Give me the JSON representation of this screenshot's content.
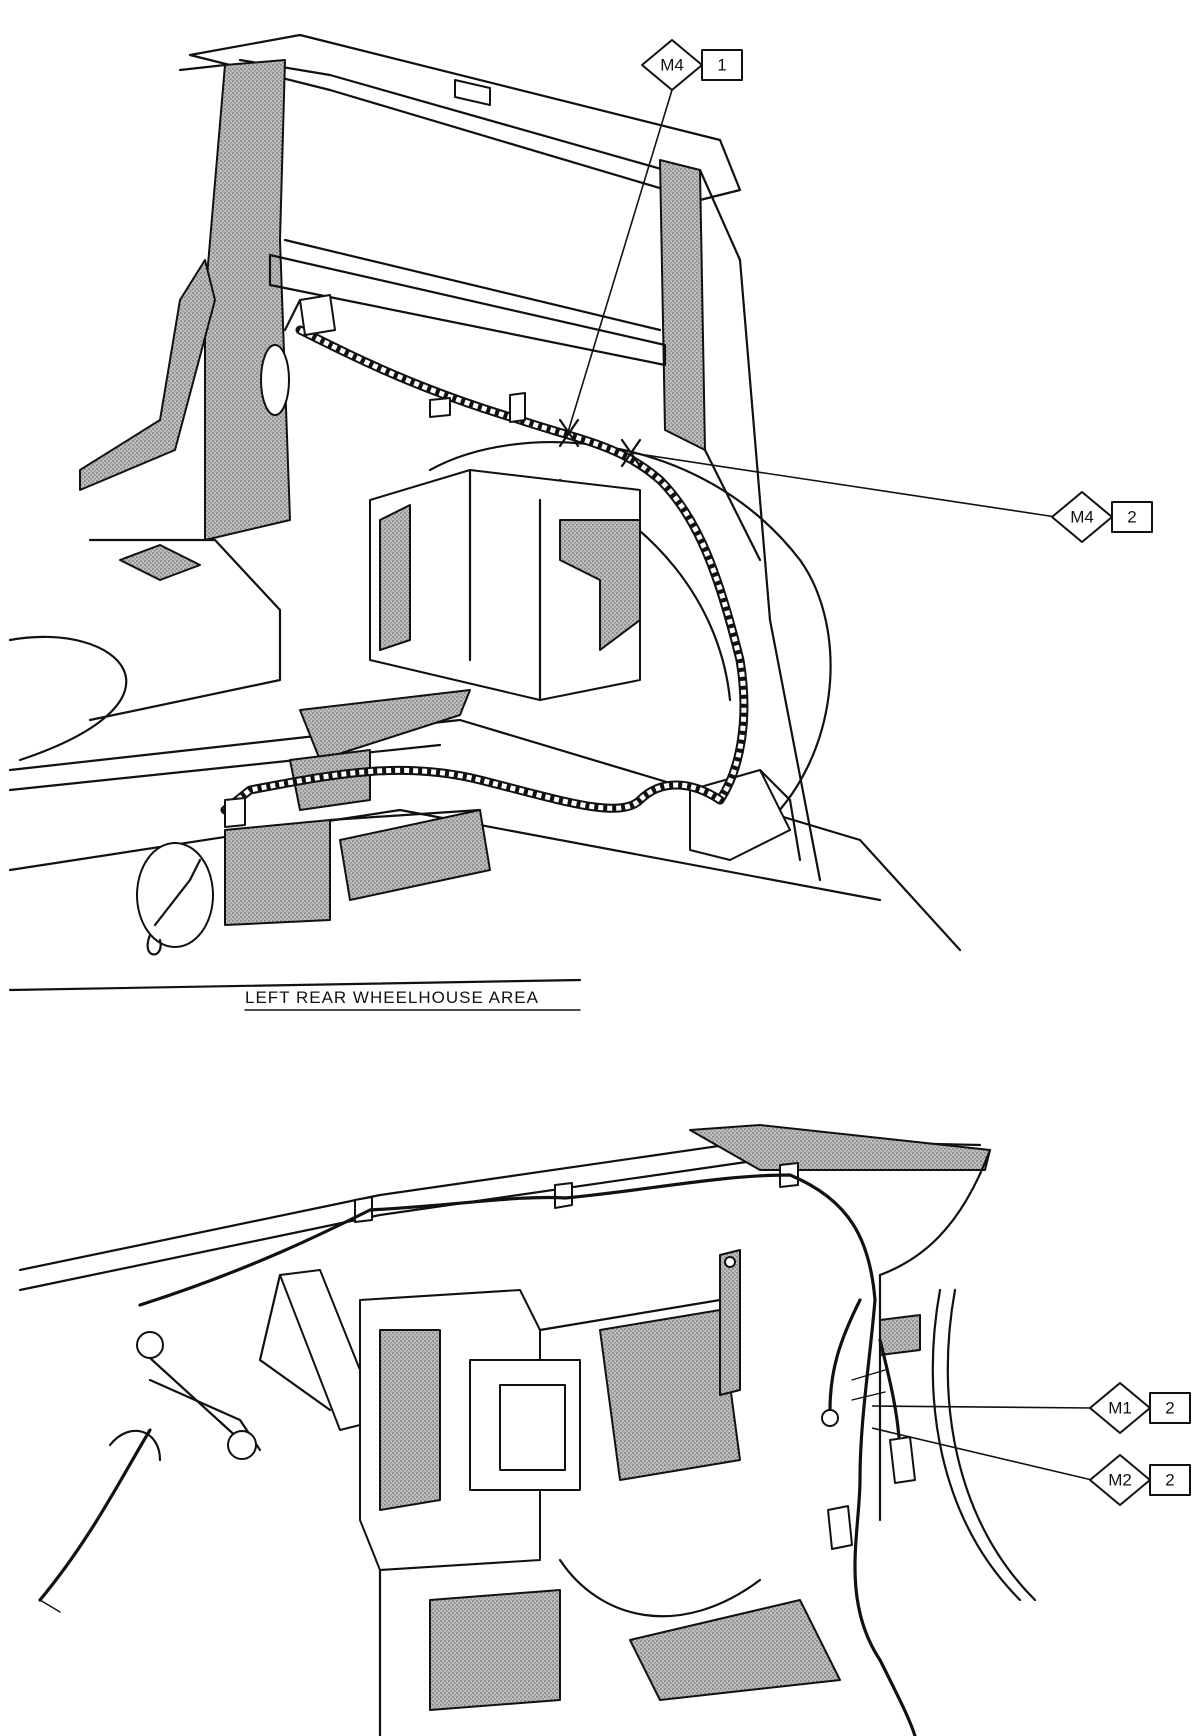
{
  "diagram": {
    "top": {
      "caption": "LEFT REAR WHEELHOUSE AREA",
      "callouts": [
        {
          "code": "M4",
          "number": "1"
        },
        {
          "code": "M4",
          "number": "2"
        }
      ]
    },
    "bottom": {
      "callouts": [
        {
          "code": "M1",
          "number": "2"
        },
        {
          "code": "M2",
          "number": "2"
        }
      ]
    }
  }
}
